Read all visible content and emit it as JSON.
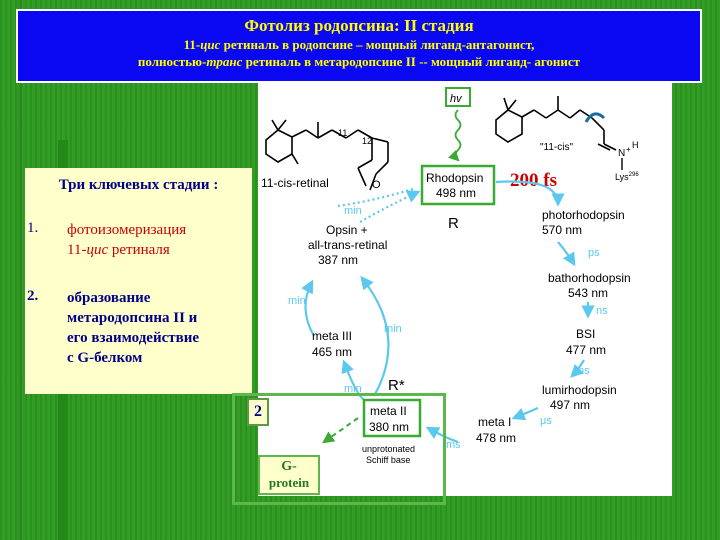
{
  "title": {
    "line1": "Фотолиз  родопсина: II стадия",
    "line2_a": "11-",
    "line2_b": "цис",
    "line2_c": " ретиналь в родопсине – мощный лиганд-антагонист,",
    "line3_a": "полностью-",
    "line3_b": "транс",
    "line3_c": " ретиналь в метародопсине II -- мощный лиганд- агонист"
  },
  "stages": {
    "heading": "Три ключевых стадии :",
    "item1_num": "1.",
    "item1_line1": "фотоизомеризация",
    "item1_line2_a": "11-",
    "item1_line2_b": "цис",
    "item1_line2_c": " ретиналя",
    "item2_num": "2.",
    "item2_line1": "образование",
    "item2_line2": "метародопсина II и",
    "item2_line3": "его взаимодействие",
    "item2_line4": "с G-белком"
  },
  "diagram": {
    "hv": "hv",
    "retinal_label": "11-cis-retinal",
    "c11": "11",
    "c12": "12",
    "o_label": "O",
    "cis_label": "\"11-cis\"",
    "n_label": "N",
    "h_label": "H",
    "plus": "+",
    "lys": "Lys",
    "lys_num": "296",
    "time_200fs": "200 fs",
    "rhodopsin": "Rhodopsin",
    "rhodopsin_nm": "498 nm",
    "r_label": "R",
    "photorhodopsin": "photorhodopsin",
    "photorhodopsin_nm": "570 nm",
    "ps": "ps",
    "bathorhodopsin": "bathorhodopsin",
    "bathorhodopsin_nm": "543 nm",
    "ns1": "ns",
    "bsi": "BSI",
    "bsi_nm": "477 nm",
    "ns2": "ns",
    "lumirhodopsin": "lumirhodopsin",
    "lumirhodopsin_nm": "497 nm",
    "us": "μs",
    "meta1": "meta I",
    "meta1_nm": "478 nm",
    "ms": "ms",
    "meta2": "meta II",
    "meta2_nm": "380 nm",
    "unprotonated": "unprotonated",
    "schiff": "Schiff base",
    "rstar": "R*",
    "min1": "min",
    "meta3": "meta III",
    "meta3_nm": "465 nm",
    "min2": "min",
    "min3": "min",
    "min4": "min",
    "opsin1": "Opsin +",
    "opsin2": "all-trans-retinal",
    "opsin_nm": "387 nm"
  },
  "badge": "2",
  "gprotein": {
    "line1": "G-",
    "line2": "protein"
  },
  "colors": {
    "background": "#2c9a1f",
    "title_bg": "#0a08f2",
    "title_text": "#ffff00",
    "panel_bg": "#ffffcc",
    "arrow_cyan": "#5bc8ee",
    "highlight_green": "#3aaa35",
    "fs_red": "#cc0000"
  }
}
